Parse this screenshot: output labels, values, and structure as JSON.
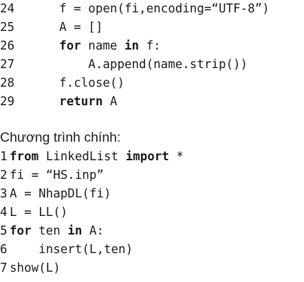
{
  "code_block_1": {
    "lines": [
      {
        "num": "24",
        "indent": "    ",
        "parts": [
          {
            "t": "f = open(fi,encoding=“UTF-8”)",
            "kw": false
          }
        ]
      },
      {
        "num": "25",
        "indent": "    ",
        "parts": [
          {
            "t": "A = []",
            "kw": false
          }
        ]
      },
      {
        "num": "26",
        "indent": "    ",
        "parts": [
          {
            "t": "for",
            "kw": true
          },
          {
            "t": " name ",
            "kw": false
          },
          {
            "t": "in",
            "kw": true
          },
          {
            "t": " f:",
            "kw": false
          }
        ]
      },
      {
        "num": "27",
        "indent": "        ",
        "parts": [
          {
            "t": "A.append(name.strip())",
            "kw": false
          }
        ]
      },
      {
        "num": "28",
        "indent": "    ",
        "parts": [
          {
            "t": "f.close()",
            "kw": false
          }
        ]
      },
      {
        "num": "29",
        "indent": "    ",
        "parts": [
          {
            "t": "return",
            "kw": true
          },
          {
            "t": " A",
            "kw": false
          }
        ]
      }
    ]
  },
  "section_heading": "Chương trình chính:",
  "code_block_2": {
    "lines": [
      {
        "num": "1",
        "indent": "",
        "parts": [
          {
            "t": "from",
            "kw": true
          },
          {
            "t": " LinkedList ",
            "kw": false
          },
          {
            "t": "import",
            "kw": true
          },
          {
            "t": " *",
            "kw": false
          }
        ]
      },
      {
        "num": "2",
        "indent": "",
        "parts": [
          {
            "t": "fi = “HS.inp”",
            "kw": false
          }
        ]
      },
      {
        "num": "3",
        "indent": "",
        "parts": [
          {
            "t": "A = NhapDL(fi)",
            "kw": false
          }
        ]
      },
      {
        "num": "4",
        "indent": "",
        "parts": [
          {
            "t": "L = LL()",
            "kw": false
          }
        ]
      },
      {
        "num": "5",
        "indent": "",
        "parts": [
          {
            "t": "for",
            "kw": true
          },
          {
            "t": " ten ",
            "kw": false
          },
          {
            "t": "in",
            "kw": true
          },
          {
            "t": " A:",
            "kw": false
          }
        ]
      },
      {
        "num": "6",
        "indent": "    ",
        "parts": [
          {
            "t": "insert(L,ten)",
            "kw": false
          }
        ]
      },
      {
        "num": "7",
        "indent": "",
        "parts": [
          {
            "t": "show(L)",
            "kw": false
          }
        ]
      }
    ]
  }
}
